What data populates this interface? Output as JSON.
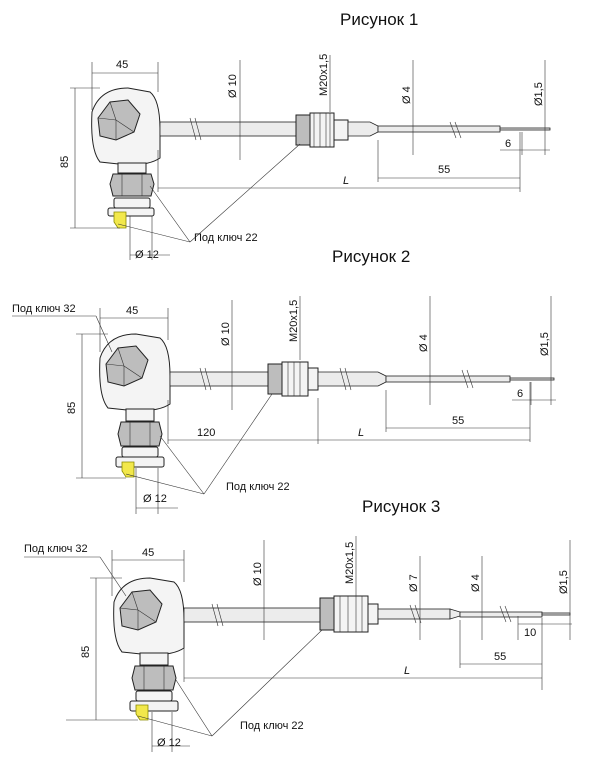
{
  "figures": [
    {
      "title": "Рисунок 1",
      "dims": {
        "head_width": "45",
        "height": "85",
        "tube_dia": "Ø 10",
        "thread": "M20x1,5",
        "probe_dia": "Ø 4",
        "tip_dia": "Ø1,5",
        "tip_len": "6",
        "probe_len": "55",
        "length": "L",
        "bottom_dia": "Ø 12",
        "wrench": "Под ключ 22"
      }
    },
    {
      "title": "Рисунок 2",
      "dims": {
        "wrench_top": "Под ключ 32",
        "head_width": "45",
        "height": "85",
        "tube_dia": "Ø 10",
        "thread": "M20x1,5",
        "probe_dia": "Ø 4",
        "tip_dia": "Ø1,5",
        "tip_len": "6",
        "probe_len": "55",
        "length": "L",
        "neck_len": "120",
        "bottom_dia": "Ø 12",
        "wrench": "Под ключ 22"
      }
    },
    {
      "title": "Рисунок 3",
      "dims": {
        "wrench_top": "Под ключ 32",
        "head_width": "45",
        "height": "85",
        "tube_dia": "Ø 10",
        "thread": "M20x1,5",
        "mid_dia": "Ø 7",
        "probe_dia": "Ø 4",
        "tip_dia": "Ø1,5",
        "tip_len": "10",
        "probe_len": "55",
        "length": "L",
        "bottom_dia": "Ø 12",
        "wrench": "Под ключ 22"
      }
    }
  ]
}
